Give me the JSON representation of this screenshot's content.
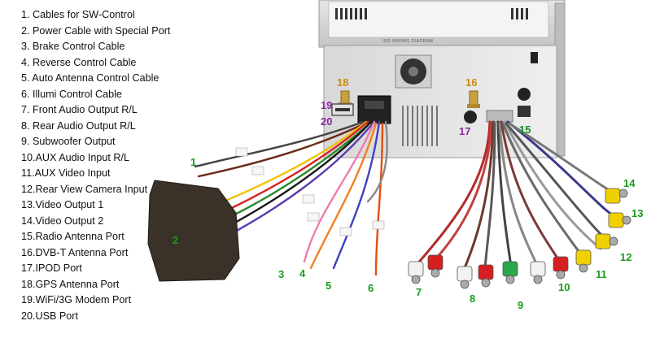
{
  "legend": [
    "1. Cables for SW-Control",
    "2. Power Cable with Special Port",
    "3. Brake Control Cable",
    "4. Reverse Control Cable",
    "5. Auto Antenna Control Cable",
    "6. Illumi Control Cable",
    "7. Front Audio Output R/L",
    "8. Rear Audio Output R/L",
    "9. Subwoofer Output",
    "10.AUX Audio Input R/L",
    "11.AUX Video Input",
    "12.Rear View Camera Input",
    "13.Video Output 1",
    "14.Video Output 2",
    "15.Radio Antenna Port",
    "16.DVB-T Antenna Port",
    "17.IPOD Port",
    "18.GPS Antenna Port",
    "19.WiFi/3G Modem Port",
    "20.USB Port"
  ],
  "callouts": {
    "n1": "1",
    "n2": "2",
    "n3": "3",
    "n4": "4",
    "n5": "5",
    "n6": "6",
    "n7": "7",
    "n8": "8",
    "n9": "9",
    "n10": "10",
    "n11": "11",
    "n12": "12",
    "n13": "13",
    "n14": "14",
    "n15": "15",
    "n16": "16",
    "n17": "17",
    "n18": "18",
    "n19": "19",
    "n20": "20"
  },
  "unit_plate": {
    "diagram_label": "ISO WIRING DIAGRAM"
  },
  "colors": {
    "callout_green": "#1a9a1a",
    "callout_gold": "#c98a0a",
    "callout_purple": "#8a2aa0",
    "rca_red": "#d42020",
    "rca_white": "#f2f2f2",
    "rca_yellow": "#f0d000",
    "rca_green": "#2aa84a",
    "harness_block": "#3a3228"
  }
}
